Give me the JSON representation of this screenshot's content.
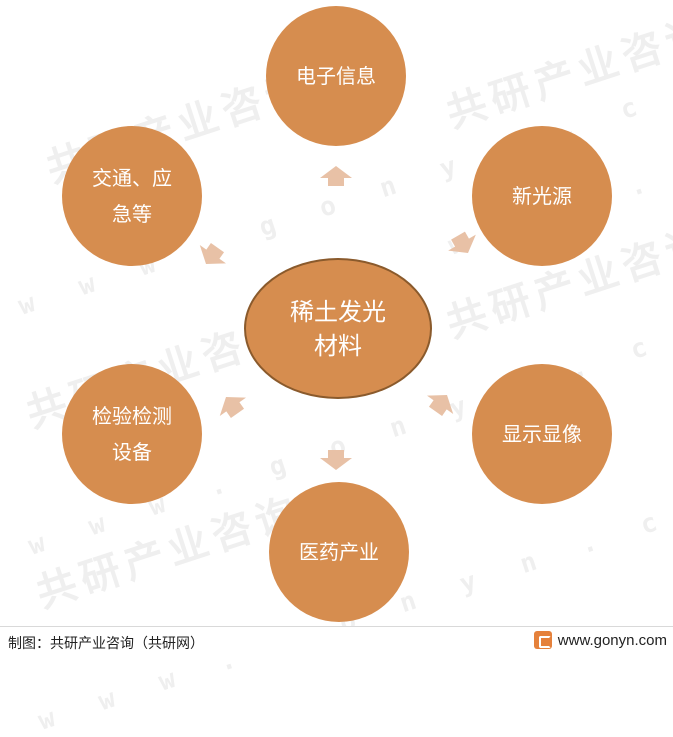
{
  "colors": {
    "node_fill": "#d68d4f",
    "center_fill": "#d68d4f",
    "center_border": "#8a5a2c",
    "arrow_fill": "#e8c1a6",
    "watermark": "#efefef"
  },
  "diagram": {
    "center": {
      "line1": "稀土发光",
      "line2": "材料"
    },
    "nodes": {
      "electronic": "电子信息",
      "light_source": "新光源",
      "display": "显示显像",
      "medicine": "医药产业",
      "testing_line1": "检验检测",
      "testing_line2": "设备",
      "transport_line1": "交通、应",
      "transport_line2": "急等"
    }
  },
  "watermark": {
    "brand": "共研产业咨询",
    "url": "w w w . g o n y n . c o m"
  },
  "footer": {
    "source": "制图：共研产业咨询（共研网）",
    "logo_icon": "gonyn-logo-icon",
    "url": "www.gonyn.com"
  }
}
